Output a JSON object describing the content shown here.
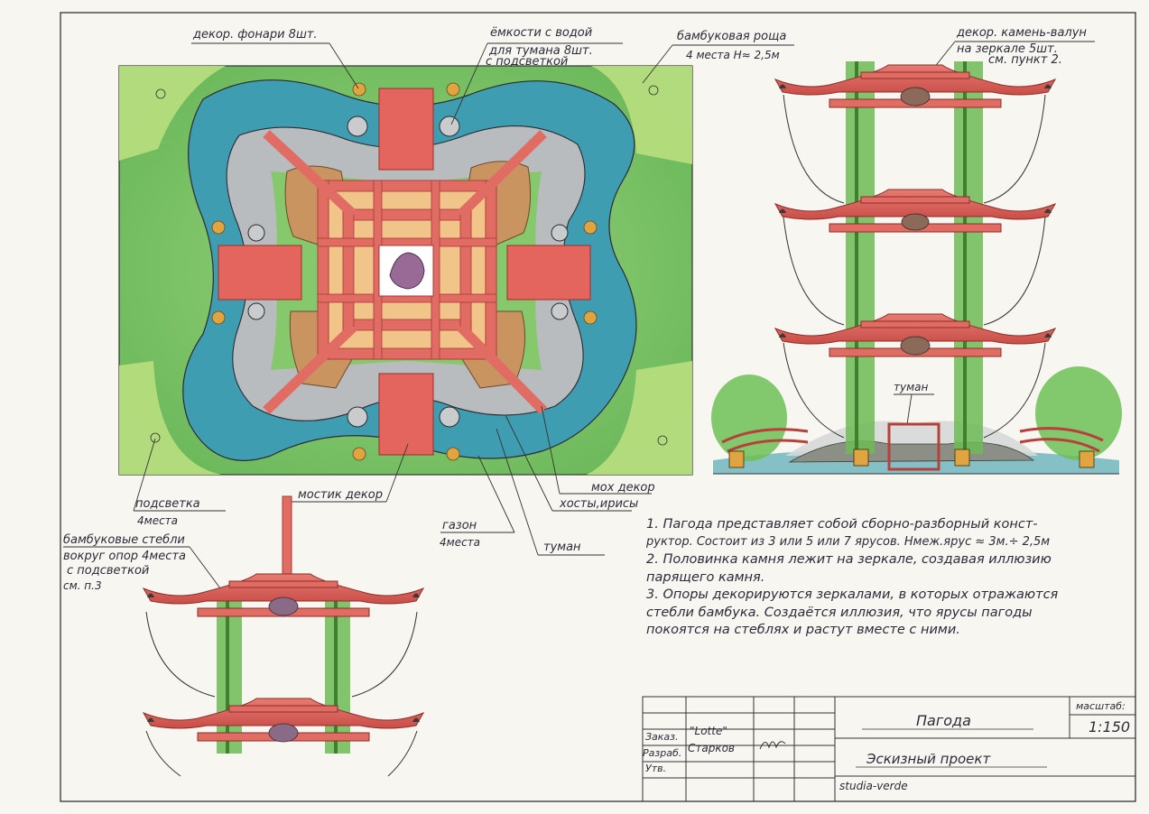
{
  "labels": {
    "lanterns": "декор. фонари 8шт.",
    "water_tanks_1": "ёмкости с водой",
    "water_tanks_2": "для тумана 8шт.",
    "water_tanks_3": "с подсветкой",
    "bamboo_grove_1": "бамбуковая роща",
    "bamboo_grove_2": "4 места  H≈ 2,5м",
    "boulder_1": "декор. камень-валун",
    "boulder_2": "на зеркале 5шт.",
    "boulder_3": "см. пункт 2.",
    "backlight_1": "подсветка",
    "backlight_2": "4места",
    "bridge_decor": "мостик декор",
    "moss_decor": "мох декор",
    "hostas_irises": "хосты,ирисы",
    "lawn_1": "газон",
    "lawn_2": "4места",
    "fog_plan": "туман",
    "fog_elevation": "туман",
    "bamboo_stems_1": "бамбуковые стебли",
    "bamboo_stems_2": "вокруг опор 4места",
    "bamboo_stems_3": "с подсветкой",
    "bamboo_stems_4": "см. п.3"
  },
  "notes": [
    "1. Пагода представляет собой сборно-разборный конст-",
    "     руктор. Состоит из 3 или 5 или 7 ярусов. Hмеж.ярус ≈ 3м.÷ 2,5м",
    "2. Половинка камня лежит на зеркале, создавая иллюзию",
    "     парящего камня.",
    "3. Опоры декорируются зеркалами, в которых отражаются",
    "     стебли бамбука. Создаётся иллюзия, что ярусы пагоды",
    "     покоятся на стеблях и растут вместе с ними."
  ],
  "title_block": {
    "row1_label": "Заказ.",
    "row1_value": "\"Lotte\"",
    "row2_label": "Разраб.",
    "row2_value": "Старков",
    "row3_label": "Утв.",
    "title": "Пагода",
    "subtitle": "Эскизный проект",
    "studio": "studia-verde",
    "scale_label": "масштаб:",
    "scale_value": "1:150"
  },
  "colors": {
    "grass": "#7fc66b",
    "grass_light": "#b5dc7c",
    "water": "#3c9bb0",
    "stone_grey": "#b4b8ba",
    "pagoda_red": "#df6a62",
    "pagoda_red_dark": "#b8403b",
    "wood_orange": "#e8a46a",
    "rock_brown": "#c79060",
    "bamboo": "#5fae4a",
    "ink": "#2c2c3a"
  }
}
